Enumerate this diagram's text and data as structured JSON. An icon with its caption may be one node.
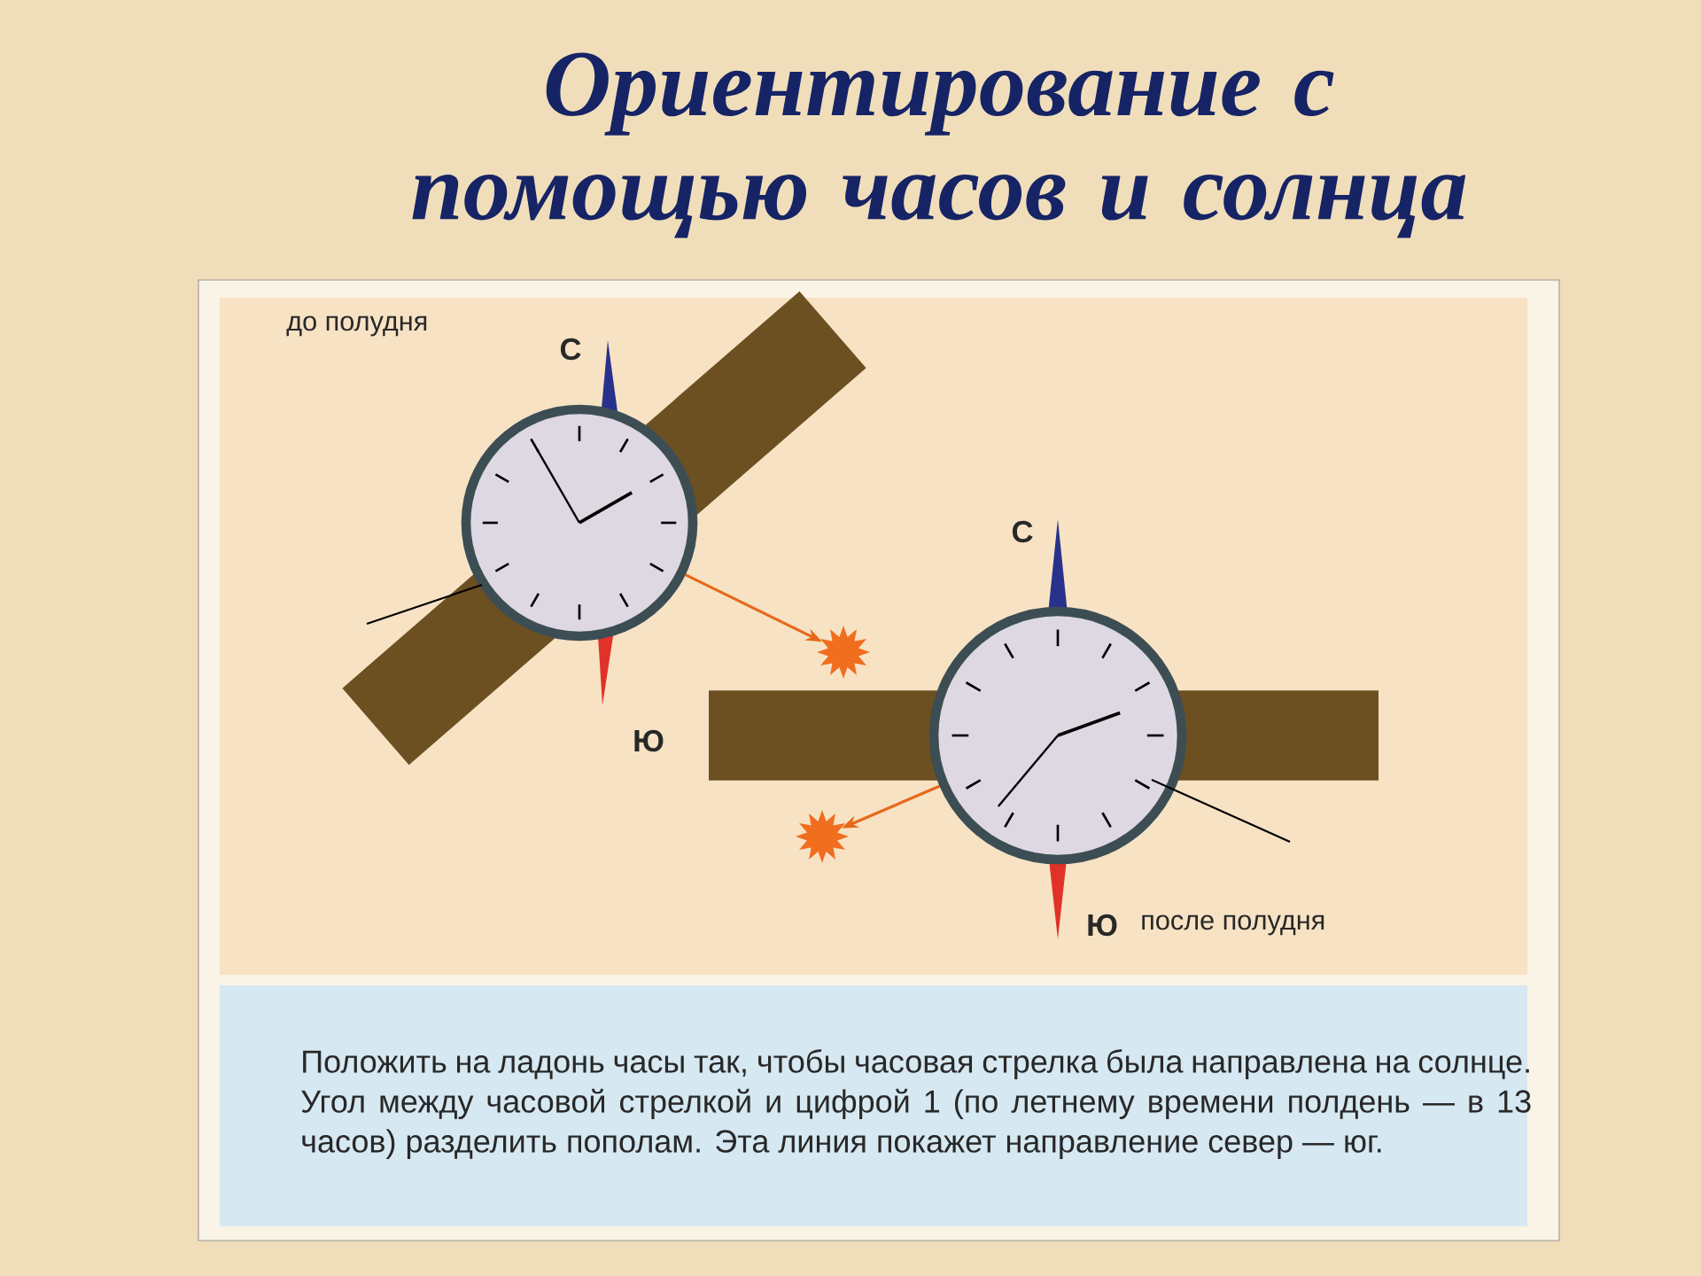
{
  "diagram": {
    "title": "Ориентирование с помощью часов и солнца",
    "nodes": [
      {
        "text": [],
        "shape": "picture"
      },
      {
        "text": [],
        "shape": "picture"
      },
      {
        "text": [],
        "shape": "picture"
      },
      {
        "text": [],
        "shape": "picture"
      }
    ],
    "edges": [
      {
        "from": 0,
        "to": 1,
        "arrow": "to"
      },
      {
        "from": 2,
        "to": 3,
        "arrow": "to"
      }
    ],
    "labels": [
      "до полудня",
      "С",
      "Ю",
      "С",
      "Ю",
      "после полудня",
      "Положить на ладонь часы так, чтобы часовая стрелка была направлена на солнце. Угол между часовой стрелкой и цифрой 1 (по летнему времени полдень — в 13 часов) разделить пополам. Эта линия покажет направление север — юг."
    ]
  }
}
